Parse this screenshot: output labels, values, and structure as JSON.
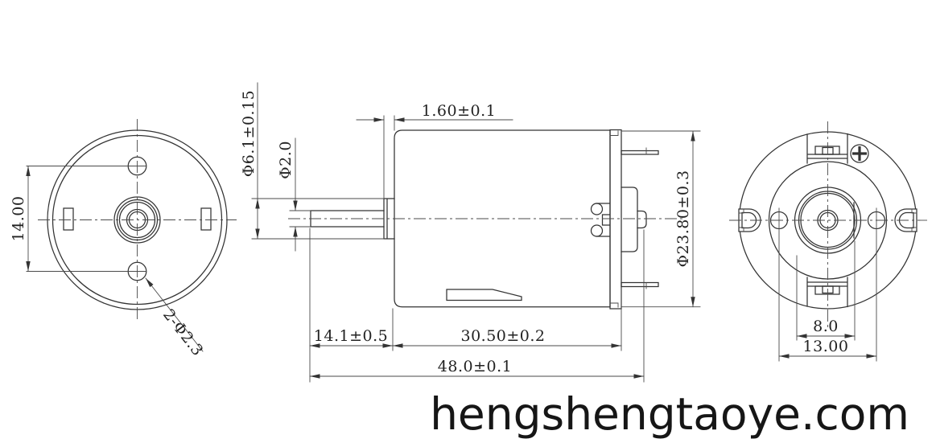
{
  "drawing": {
    "type": "dc-motor-engineering-drawing",
    "ink_color": "#333333",
    "background": "#ffffff"
  },
  "watermark": "hengshengtaoye.com",
  "front_view": {
    "dim_mounting_hole_spacing": "14.00",
    "label_mounting_holes": "2-Φ2.3"
  },
  "side_view": {
    "dim_bearing_boss_diameter": "Φ6.1±0.15",
    "dim_shaft_diameter": "Φ2.0",
    "dim_boss_protrusion": "1.60±0.1",
    "dim_body_diameter": "Φ23.80±0.3",
    "dim_shaft_extension": "14.1±0.5",
    "dim_body_length": "30.50±0.2",
    "dim_total_length": "48.0±0.1"
  },
  "rear_view": {
    "dim_bearing_width": "8.0",
    "dim_hole_spacing": "13.00"
  }
}
